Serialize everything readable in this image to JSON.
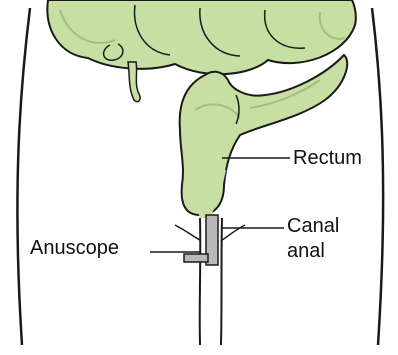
{
  "labels": {
    "rectum": "Rectum",
    "canal_line1": "Canal",
    "canal_line2": "anal",
    "anuscope": "Anuscope"
  },
  "colors": {
    "organ_fill": "#c8dfa4",
    "organ_shadow": "#9fbf7c",
    "outline": "#1a1a1a",
    "background": "#ffffff",
    "instrument": "#b9b9b9"
  }
}
